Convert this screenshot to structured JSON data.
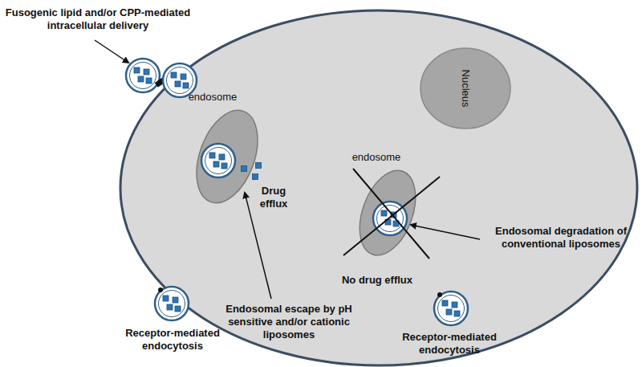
{
  "diagram": {
    "nodes": [
      {
        "text": [
          "Nucleus"
        ]
      },
      {
        "text": [
          "endosome"
        ]
      },
      {
        "text": [
          "endosome"
        ]
      }
    ],
    "labels": [
      "Fusogenic lipid and/or CPP-mediated intracellular delivery",
      "Drug efflux",
      "Receptor-mediated endocytosis",
      "Endosomal escape by pH sensitive and/or cationic liposomes",
      "No drug efflux",
      "Endosomal degradation of conventional liposomes",
      "Receptor-mediated endocytosis"
    ]
  }
}
